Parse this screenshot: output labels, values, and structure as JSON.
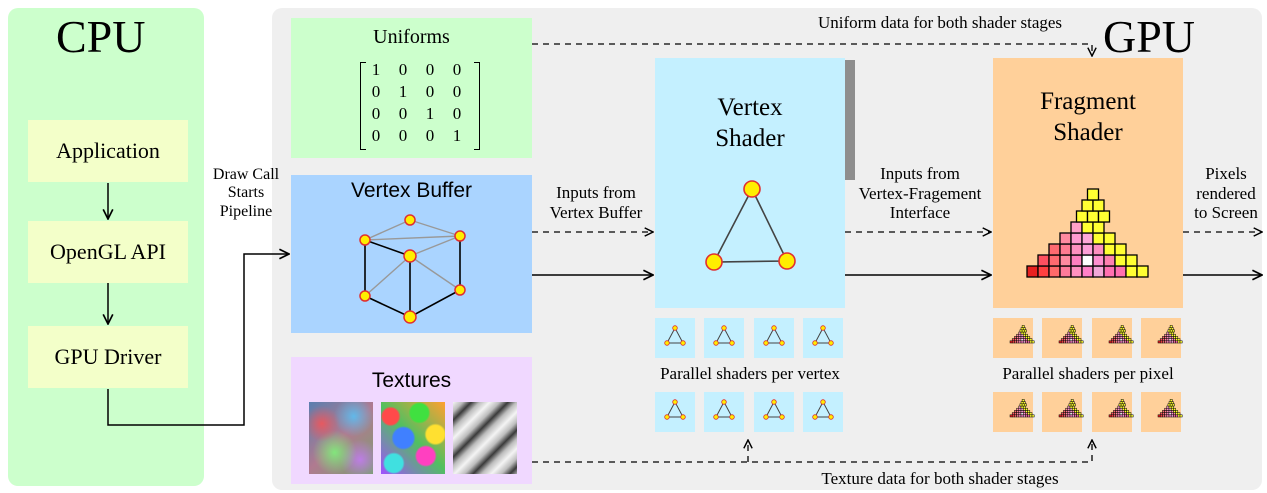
{
  "cpu": {
    "title": "CPU",
    "steps": [
      "Application",
      "OpenGL API",
      "GPU Driver"
    ]
  },
  "gpu": {
    "title": "GPU"
  },
  "uniforms": {
    "title": "Uniforms",
    "matrix": [
      [
        "1",
        "0",
        "0",
        "0"
      ],
      [
        "0",
        "1",
        "0",
        "0"
      ],
      [
        "0",
        "0",
        "1",
        "0"
      ],
      [
        "0",
        "0",
        "0",
        "1"
      ]
    ]
  },
  "vertex_buffer": {
    "title": "Vertex Buffer"
  },
  "textures": {
    "title": "Textures"
  },
  "vertex_shader": {
    "title_line1": "Vertex",
    "title_line2": "Shader"
  },
  "fragment_shader": {
    "title_line1": "Fragment",
    "title_line2": "Shader"
  },
  "labels": {
    "draw_call": [
      "Draw Call",
      "Starts",
      "Pipeline"
    ],
    "inputs_vb": [
      "Inputs from",
      "Vertex Buffer"
    ],
    "inputs_vf": [
      "Inputs from",
      "Vertex-Fragement",
      "Interface"
    ],
    "pixels": [
      "Pixels",
      "rendered",
      "to Screen"
    ],
    "uniform_data": "Uniform data for both shader stages",
    "texture_data": "Texture data for both shader stages",
    "parallel_vertex": "Parallel shaders per vertex",
    "parallel_pixel": "Parallel shaders per pixel"
  },
  "colors": {
    "cpu_panel": "#ccffcc",
    "cpu_step": "#f3ffc9",
    "gpu_panel": "#efefef",
    "uniforms": "#ccffcc",
    "vertex_buffer": "#aad4ff",
    "textures": "#f0d8ff",
    "vertex_shader": "#c4f0ff",
    "fragment_shader": "#ffd09a",
    "vertex_fill": "#ffee00",
    "vertex_stroke": "#e03030"
  }
}
